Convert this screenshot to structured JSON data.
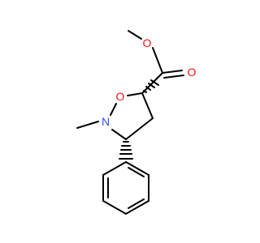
{
  "molecule": {
    "atoms": {
      "o_ester": {
        "symbol": "O",
        "color": "#ff0d0d"
      },
      "o_carbonyl": {
        "symbol": "O",
        "color": "#ff0d0d"
      },
      "o_ring": {
        "symbol": "O",
        "color": "#ff0d0d"
      },
      "n_ring": {
        "symbol": "N",
        "color": "#3050f8"
      }
    },
    "bond_color": "#000000",
    "background": "#ffffff"
  }
}
